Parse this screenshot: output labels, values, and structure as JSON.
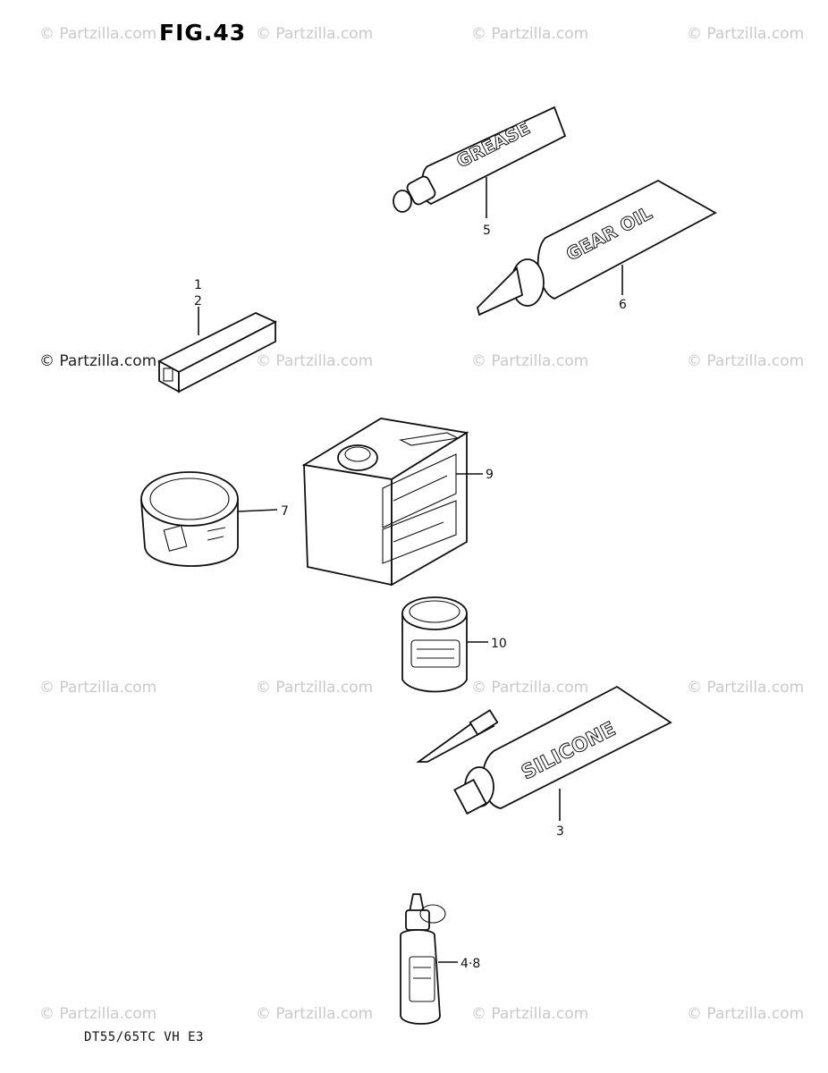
{
  "figure": {
    "title": "FIG.43",
    "model_code": "DT55/65TC VH E3"
  },
  "watermarks": [
    "© Partzilla.com",
    "© Partzilla.com",
    "© Partzilla.com",
    "© Partzilla.com",
    "© Partzilla.com",
    "© Partzilla.com",
    "© Partzilla.com",
    "© Partzilla.com",
    "© Partzilla.com",
    "© Partzilla.com",
    "© Partzilla.com",
    "© Partzilla.com",
    "© Partzilla.com",
    "© Partzilla.com",
    "© Partzilla.com",
    "© Partzilla.com"
  ],
  "callouts": {
    "c1": "1",
    "c2": "2",
    "c3": "3",
    "c48": "4·8",
    "c5": "5",
    "c6": "6",
    "c7": "7",
    "c9": "9",
    "c10": "10"
  },
  "tube_labels": {
    "grease": "GREASE",
    "gear_oil": "GEAR OIL",
    "silicone": "SILICONE"
  },
  "icons": [
    "stick-part-icon",
    "grease-tube-icon",
    "gear-oil-tube-icon",
    "round-tin-icon",
    "oil-can-icon",
    "small-can-icon",
    "silicone-tube-icon",
    "nozzle-icon",
    "dropper-bottle-icon"
  ]
}
